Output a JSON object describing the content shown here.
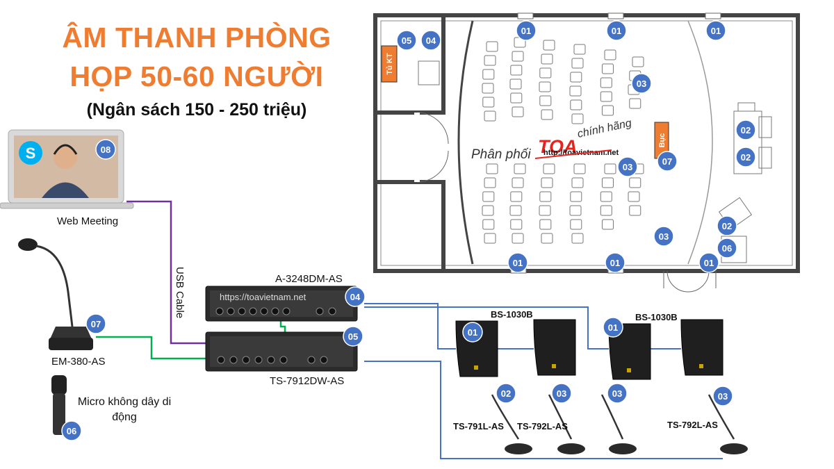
{
  "title": {
    "line1": "ÂM THANH PHÒNG",
    "line2": "HỌP 50-60 NGƯỜI",
    "subtitle": "(Ngân sách 150 - 250 triệu)"
  },
  "devices": {
    "web_meeting": "Web Meeting",
    "usb_cable": "USB Cable",
    "amp_a3248": "A-3248DM-AS",
    "ts7912": "TS-7912DW-AS",
    "em380": "EM-380-AS",
    "wireless_mic": "Micro không dây di động",
    "bs1030_a": "BS-1030B",
    "bs1030_b": "BS-1030B",
    "ts791l": "TS-791L-AS",
    "ts792l_a": "TS-792L-AS",
    "ts792l_b": "TS-792L-AS",
    "watermark_url": "https://toavietnam.net"
  },
  "floorplan": {
    "tu_kt": "Tủ KT",
    "buc": "Bục",
    "dist_text": "Phân phối",
    "dist_brand": "TOA",
    "dist_suffix": "chính hãng",
    "dist_url": "http://toavietnam.net"
  },
  "badges": {
    "b01": "01",
    "b02": "02",
    "b03": "03",
    "b04": "04",
    "b05": "05",
    "b06": "06",
    "b07": "07",
    "b08": "08"
  },
  "colors": {
    "title": "#ee7d31",
    "badge_fill": "#4472c4",
    "usb_line": "#7030a0",
    "mic_line": "#00b050",
    "speaker_line": "#4472c4",
    "tu_kt_box": "#ee7d31",
    "brand_red": "#e8231e"
  },
  "icons": {
    "skype": "skype-icon"
  }
}
